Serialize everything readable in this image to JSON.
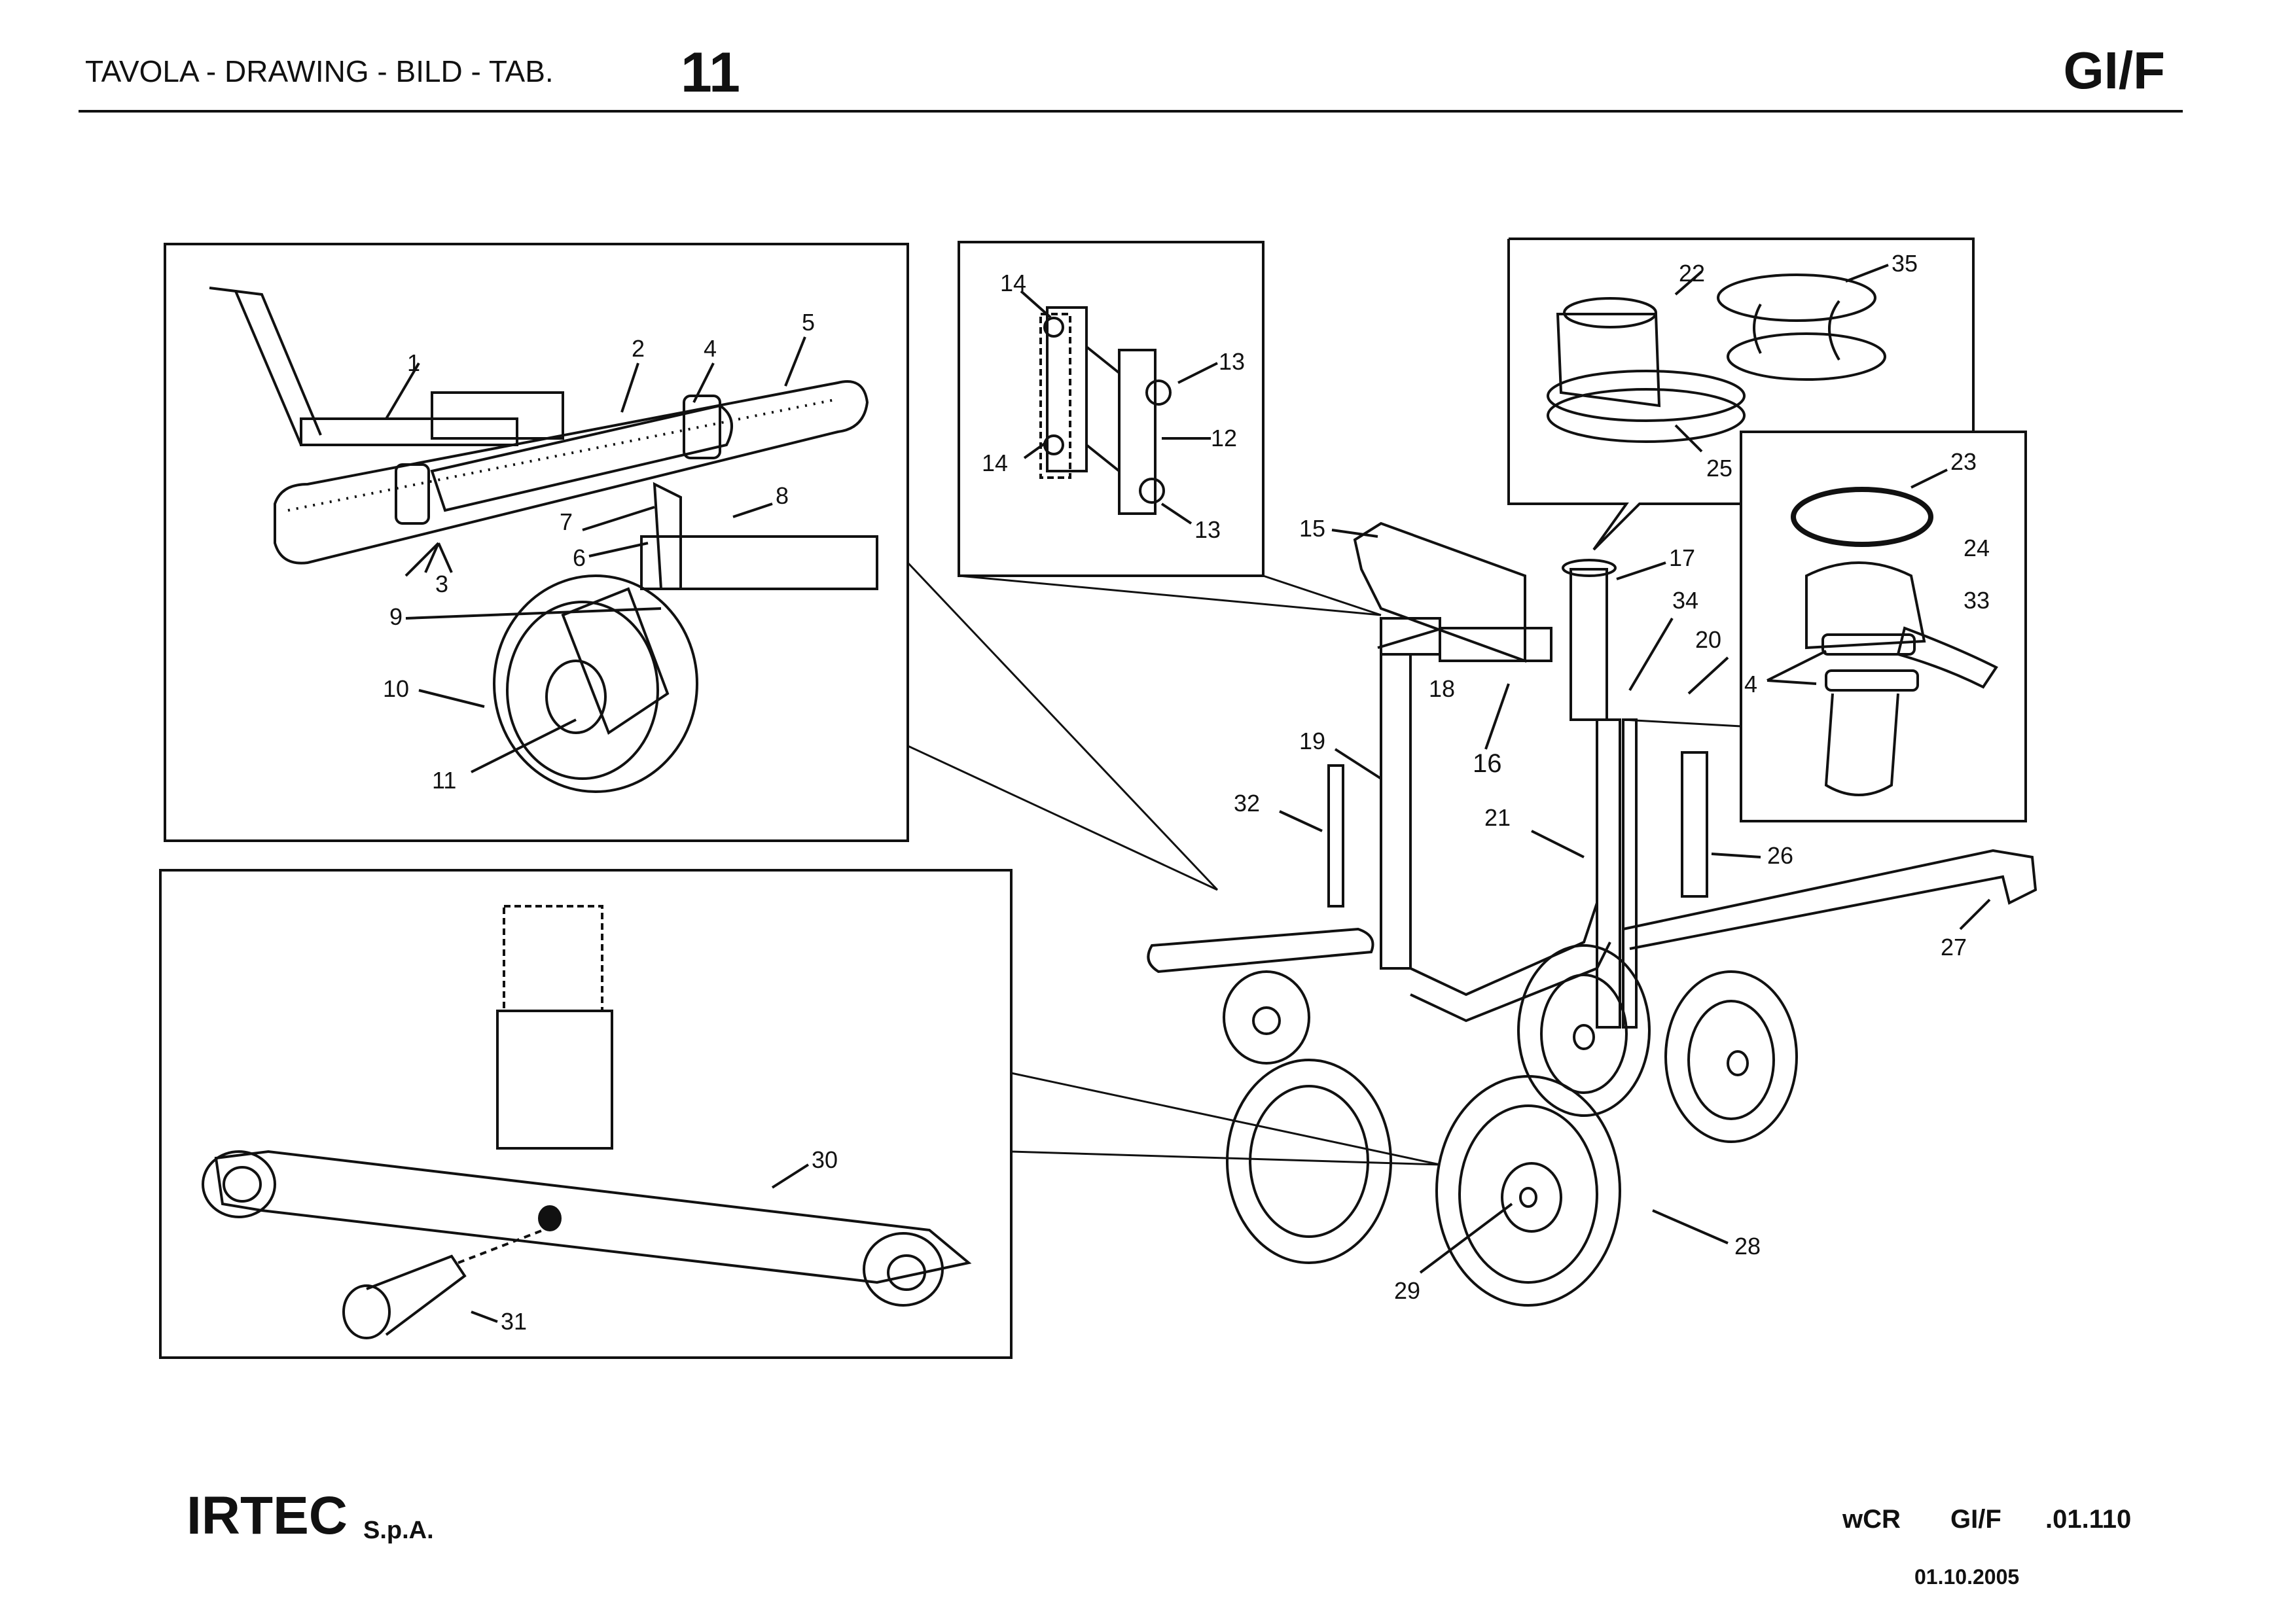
{
  "header": {
    "title": "TAVOLA - DRAWING - BILD - TAB.",
    "table_number": "11",
    "model": "GI/F"
  },
  "footer": {
    "company": "IRTEC",
    "company_suffix": "S.p.A.",
    "code_prefix": "wCR",
    "code_model": "GI/F",
    "code_number": ".01.110",
    "date": "01.10.2005"
  },
  "callouts": {
    "c1": "1",
    "c2": "2",
    "c3": "3",
    "c4a": "4",
    "c5": "5",
    "c6": "6",
    "c7": "7",
    "c8": "8",
    "c9": "9",
    "c10": "10",
    "c11": "11",
    "c12": "12",
    "c13a": "13",
    "c13b": "13",
    "c14a": "14",
    "c14b": "14",
    "c15": "15",
    "c16": "16",
    "c17": "17",
    "c18": "18",
    "c19": "19",
    "c20": "20",
    "c21": "21",
    "c22": "22",
    "c23": "23",
    "c24": "24",
    "c25": "25",
    "c26": "26",
    "c27": "27",
    "c28": "28",
    "c29": "29",
    "c30": "30",
    "c31": "31",
    "c32": "32",
    "c33": "33",
    "c34": "34",
    "c35": "35",
    "c4b": "4"
  }
}
